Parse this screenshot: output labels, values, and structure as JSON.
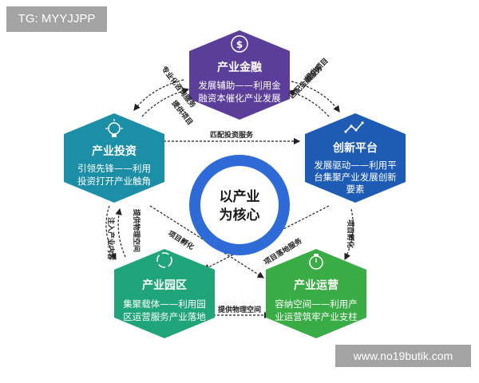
{
  "tag": "TG: MYYJJPP",
  "watermark": "www.no19butik.com",
  "center": {
    "line1": "以产业",
    "line2": "为核心"
  },
  "nodes": {
    "finance": {
      "title": "产业金融",
      "desc1": "发展辅助——利用金",
      "desc2": "融资本催化产业发展",
      "color": "#5b3d9a",
      "icon": "dollar-cycle-icon"
    },
    "investment": {
      "title": "产业投资",
      "desc1": "引领先锋——利用",
      "desc2": "投资打开产业触角",
      "color": "#1c8fa6",
      "icon": "lightbulb-icon"
    },
    "innovation": {
      "title": "创新平台",
      "desc1": "发展驱动——利用平",
      "desc2": "台集聚产业发展创新",
      "desc3": "要素",
      "color": "#1e5bb5",
      "icon": "chart-line-icon"
    },
    "park": {
      "title": "产业园区",
      "desc1": "集聚载体——利用园",
      "desc2": "区运营服务产业落地",
      "color": "#20a57a",
      "icon": "recycle-icon"
    },
    "operation": {
      "title": "产业运营",
      "desc1": "容纳空间——利用产",
      "desc2": "业运营筑牢产业支柱",
      "color": "#3aac46",
      "icon": "stopwatch-icon"
    }
  },
  "edges": {
    "match_investment": "匹配投资服务",
    "professional_advice": "专业化咨询服务",
    "provide_projects_1": "提供项目",
    "provide_projects_2": "提供项目",
    "financial_service": "匹配金融服务",
    "project_incubation_1": "项目孵化",
    "project_incubation_2": "项目孵化",
    "physical_space_1": "提供物理空间",
    "physical_space_2": "提供物理空间",
    "industry_inflow": "注入产业内容",
    "project_landing": "项目落地服务"
  }
}
